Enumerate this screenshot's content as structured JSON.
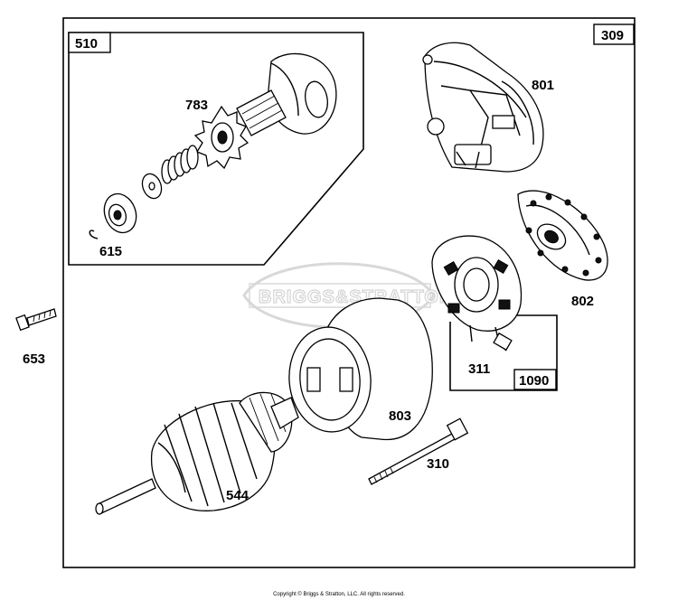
{
  "diagram": {
    "watermark": "BRIGGS&STRATTON",
    "copyright": "Copyright © Briggs & Stratton, LLC. All rights reserved.",
    "frame_label": "309",
    "subassembly_labels": {
      "drive": "510",
      "brush": "1090"
    },
    "parts": {
      "p801": "801",
      "p802": "802",
      "p783": "783",
      "p615": "615",
      "p653": "653",
      "p311": "311",
      "p803": "803",
      "p310": "310",
      "p544": "544"
    }
  }
}
